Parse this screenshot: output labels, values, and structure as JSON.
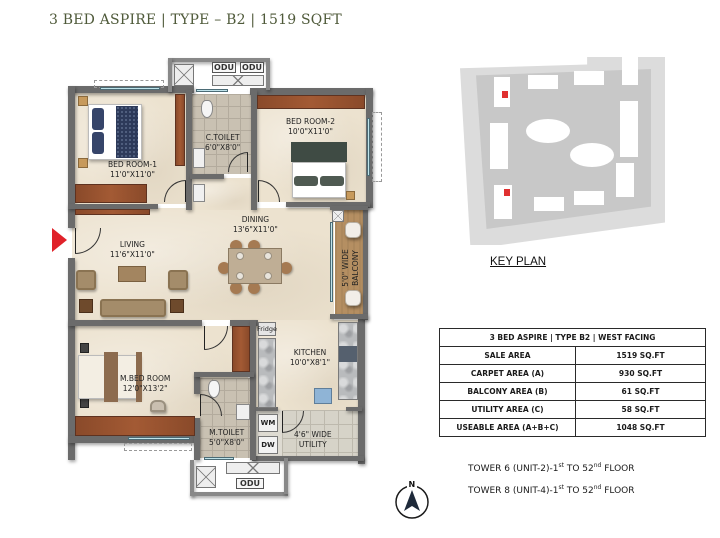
{
  "header": {
    "title": "3 BED ASPIRE | TYPE – B2 | 1519 SQFT"
  },
  "floor_plan": {
    "rooms": [
      {
        "id": "bedroom-1",
        "name": "BED ROOM-1",
        "size": "11'0\"X11'0\""
      },
      {
        "id": "c-toilet",
        "name": "C.TOILET",
        "size": "6'0\"X8'0\""
      },
      {
        "id": "bedroom-2",
        "name": "BED ROOM-2",
        "size": "10'0\"X11'0\""
      },
      {
        "id": "dining",
        "name": "DINING",
        "size": "13'6\"X11'0\""
      },
      {
        "id": "living",
        "name": "LIVING",
        "size": "11'6\"X11'0\""
      },
      {
        "id": "balcony",
        "name": "5'0\" WIDE",
        "name2": "BALCONY"
      },
      {
        "id": "kitchen",
        "name": "KITCHEN",
        "size": "10'0\"X8'1\""
      },
      {
        "id": "m-bedroom",
        "name": "M.BED ROOM",
        "size": "12'0\"X13'2\""
      },
      {
        "id": "m-toilet",
        "name": "M.TOILET",
        "size": "5'0\"X8'0\""
      },
      {
        "id": "utility",
        "name": "4'6\" WIDE",
        "name2": "UTILITY"
      }
    ],
    "fixtures": {
      "odu_top_1": "ODU",
      "odu_top_2": "ODU",
      "odu_bottom": "ODU",
      "fridge": "Fridge",
      "washing_machine": "WM",
      "dishwasher": "DW"
    },
    "entry_marker_color": "#e0222a"
  },
  "key_plan": {
    "label": "KEY PLAN",
    "marker_color": "#e03030"
  },
  "area_table": {
    "header": "3 BED ASPIRE | TYPE B2 | WEST FACING",
    "rows": [
      {
        "label": "SALE AREA",
        "value": "1519 SQ.FT"
      },
      {
        "label": "CARPET AREA (A)",
        "value": "930 SQ.FT"
      },
      {
        "label": "BALCONY AREA (B)",
        "value": "61 SQ.FT"
      },
      {
        "label": "UTILITY AREA (C)",
        "value": "58 SQ.FT"
      },
      {
        "label": "USEABLE AREA (A+B+C)",
        "value": "1048 SQ.FT"
      }
    ]
  },
  "towers": [
    {
      "prefix": "TOWER 6 (UNIT-2)-1",
      "sup1": "st",
      "mid": " TO 52",
      "sup2": "nd",
      "suffix": " FLOOR"
    },
    {
      "prefix": "TOWER 8 (UNIT-4)-1",
      "sup1": "st",
      "mid": " TO 52",
      "sup2": "nd",
      "suffix": " FLOOR"
    }
  ],
  "compass": {
    "label": "N"
  },
  "colors": {
    "title": "#4f5a3a",
    "wall": "#6b6b6b",
    "floor": "#ece2cf",
    "wood": "#a35a34"
  }
}
